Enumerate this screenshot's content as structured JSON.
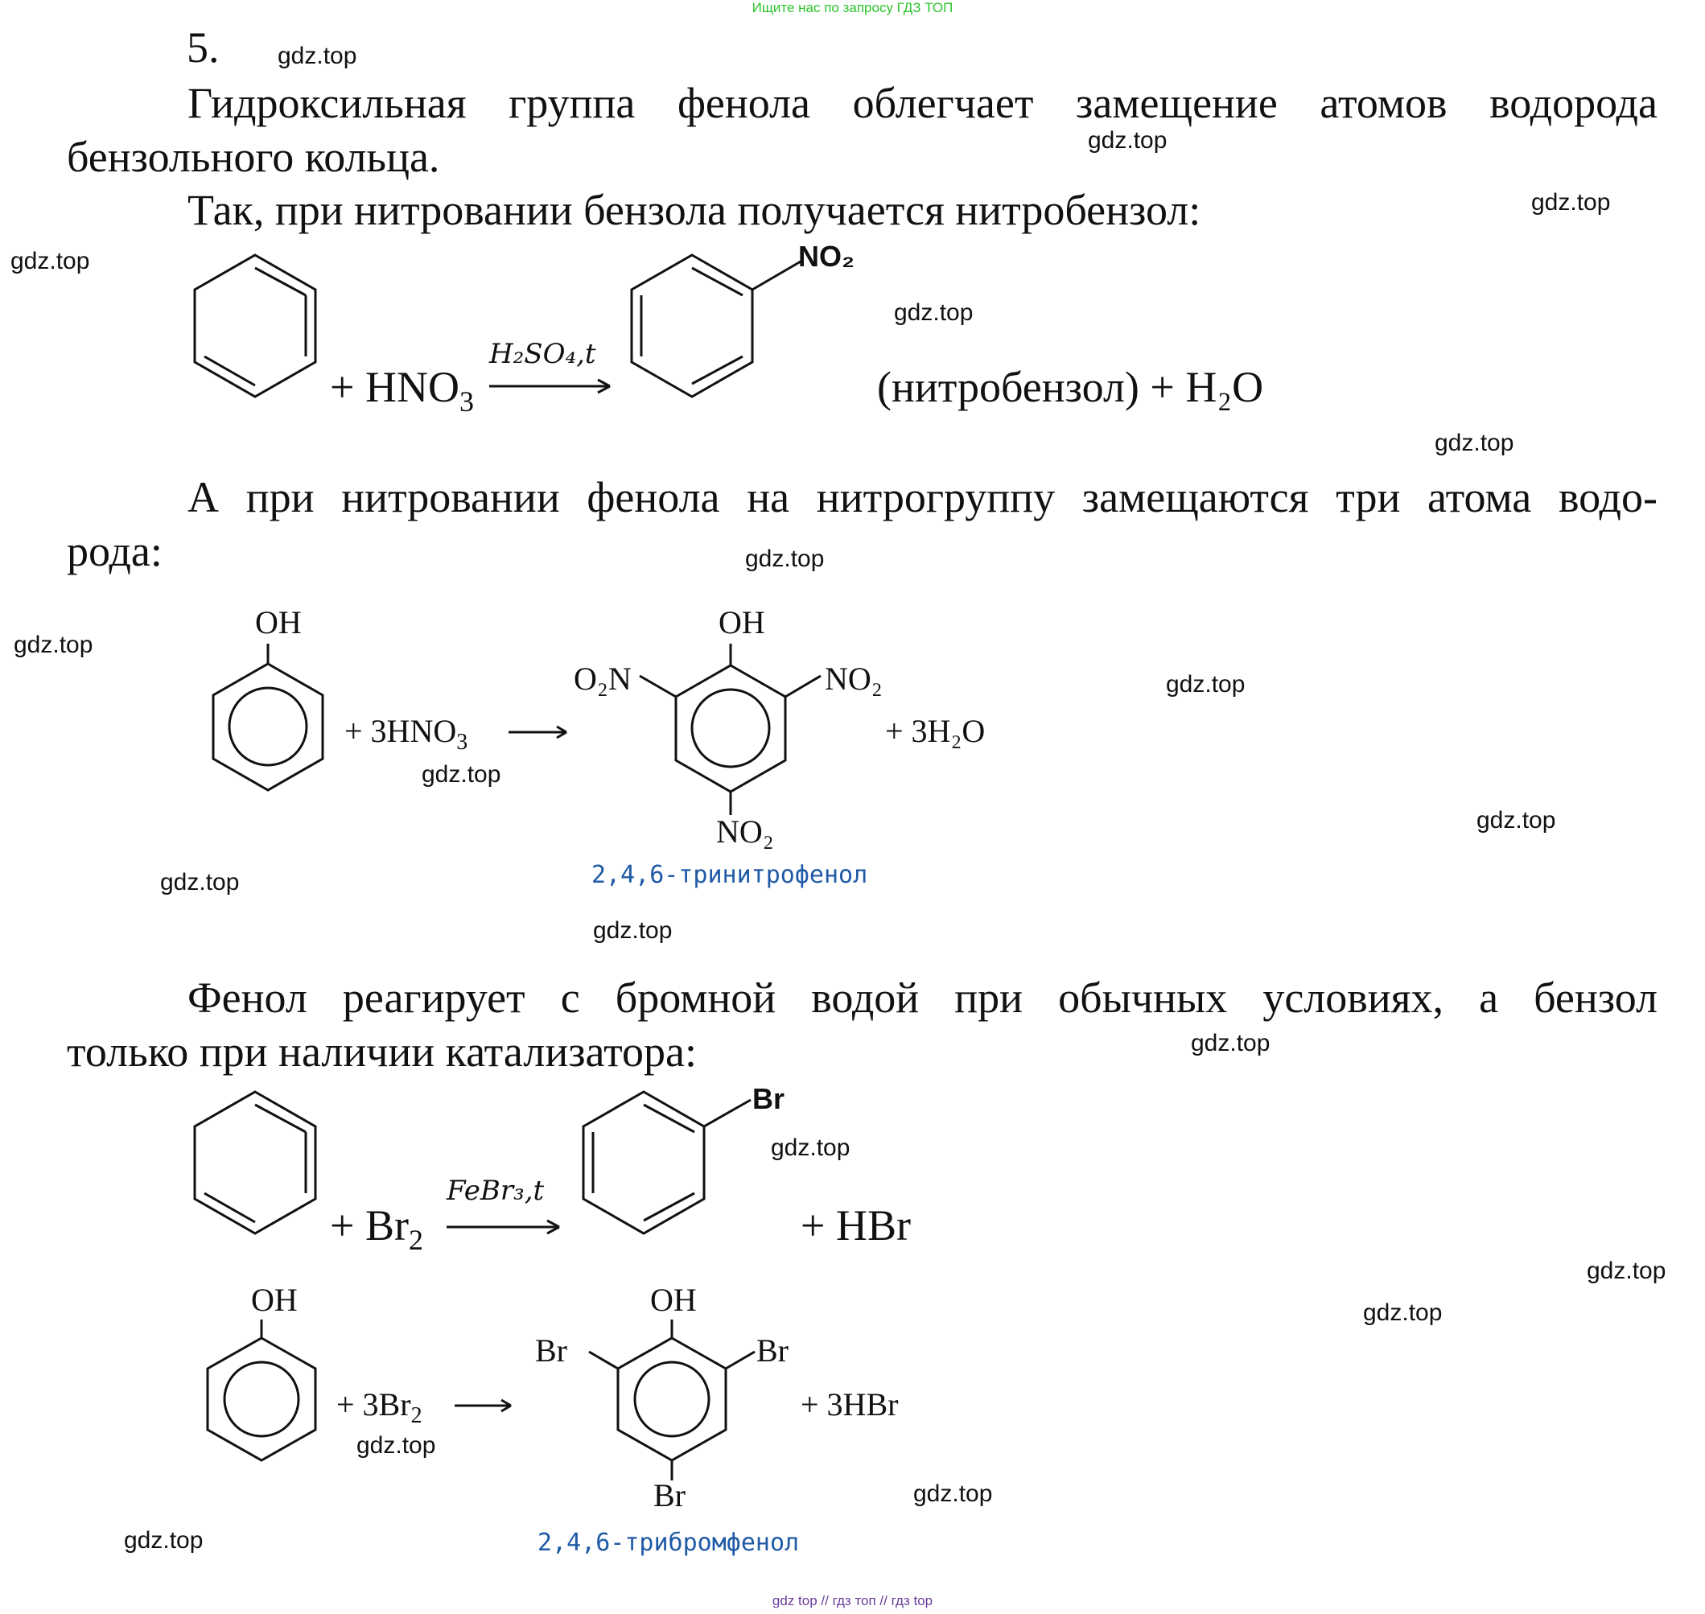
{
  "top_banner": "Ищите нас по запросу ГДЗ ТОП",
  "bottom_banner": "gdz top // гдз топ // гдз top",
  "task_number": "5.",
  "paragraphs": {
    "p1_first": "Гидроксильная группа фенола облегчает замещение атомов водорода",
    "p1_rest": "бензольного кольца.",
    "p2": "Так, при нитровании бензола получается нитробензол:",
    "p3_first": "А при нитровании фенола на нитрогруппу замещаются три атома водо-",
    "p3_rest": "рода:",
    "p4_first": "Фенол реагирует с бромной водой при обычных условиях, а бензол",
    "p4_rest": "только при наличии катализатора:"
  },
  "reaction1": {
    "reagent": "+ HNO",
    "reagent_sub": "3",
    "condition": "H₂SO₄,t",
    "product_group": "NO₂",
    "tail": "(нитробензол) + H₂O"
  },
  "reaction2": {
    "oh": "OH",
    "reagent": "+ 3HNO",
    "reagent_sub": "3",
    "product_oh": "OH",
    "o2n_left": "O₂N",
    "no2_right": "NO₂",
    "no2_bottom": "NO₂",
    "tail": "+ 3H₂O",
    "caption": "2,4,6-тринитрофенол"
  },
  "reaction3": {
    "reagent": "+ Br",
    "reagent_sub": "2",
    "condition": "FeBr₃,t",
    "product_group": "Br",
    "tail": "+ HBr"
  },
  "reaction4": {
    "oh": "OH",
    "reagent": "+ 3Br",
    "reagent_sub": "2",
    "product_oh": "OH",
    "br_left": "Br",
    "br_right": "Br",
    "br_bottom": "Br",
    "tail": "+ 3HBr",
    "caption": "2,4,6-трибромфенол"
  },
  "watermark": "gdz.top"
}
